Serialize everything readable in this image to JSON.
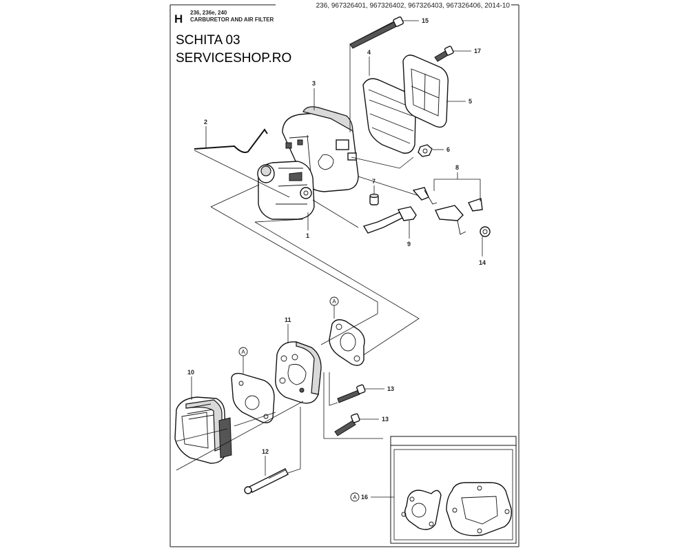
{
  "header": {
    "section_letter": "H",
    "models": "236, 236e, 240",
    "title": "CARBURETOR AND AIR FILTER",
    "reference": "236, 967326401, 967326402, 967326403, 967326406, 2014-10"
  },
  "overlay": {
    "line1": "SCHITA 03",
    "line2": "SERVICESHOP.RO"
  },
  "callouts": {
    "c1": "1",
    "c2": "2",
    "c3": "3",
    "c4": "4",
    "c5": "5",
    "c6": "6",
    "c7": "7",
    "c8": "8",
    "c9": "9",
    "c10": "10",
    "c11": "11",
    "c12": "12",
    "c13a": "13",
    "c13b": "13",
    "c14": "14",
    "c15": "15",
    "c16": "16",
    "c17": "17"
  },
  "markers": {
    "a_top": "A",
    "a_mid": "A",
    "a_kit": "A"
  }
}
